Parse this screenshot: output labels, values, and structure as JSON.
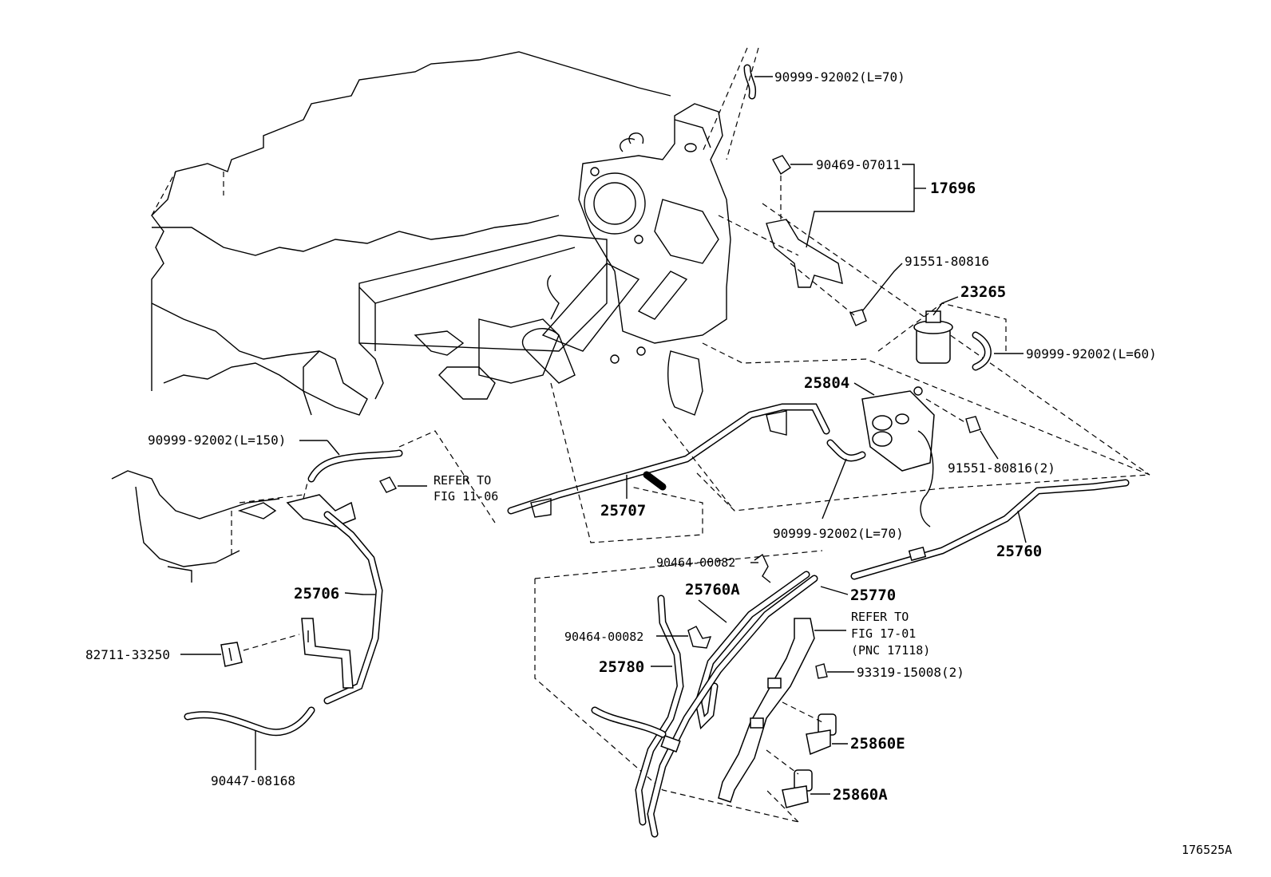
{
  "diagram_id": "176525A",
  "labels": {
    "hose_top": "90999-92002(L=70)",
    "clip_top": "90469-07011",
    "bracket_group": "17696",
    "bolt_upper": "91551-80816",
    "vsv_23265": "23265",
    "hose_right": "90999-92002(L=60)",
    "vsv_25804": "25804",
    "bolt_lower": "91551-80816(2)",
    "hose_l150": "90999-92002(L=150)",
    "refer_1106_a": "REFER TO",
    "refer_1106_b": "FIG 11-06",
    "pipe_25707": "25707",
    "hose_mid": "90999-92002(L=70)",
    "pipe_25760": "25760",
    "clip_mid_upper": "90464-00082",
    "pipe_25760a": "25760A",
    "pipe_25770": "25770",
    "pipe_25706": "25706",
    "refer_1701_a": "REFER TO",
    "refer_1701_b": "FIG 17-01",
    "refer_1701_c": "(PNC 17118)",
    "clip_mid_lower": "90464-00082",
    "clamp_82711": "82711-33250",
    "pipe_25780": "25780",
    "bolt_93319": "93319-15008(2)",
    "valve_25860e": "25860E",
    "valve_25860a": "25860A",
    "hose_90447": "90447-08168"
  }
}
